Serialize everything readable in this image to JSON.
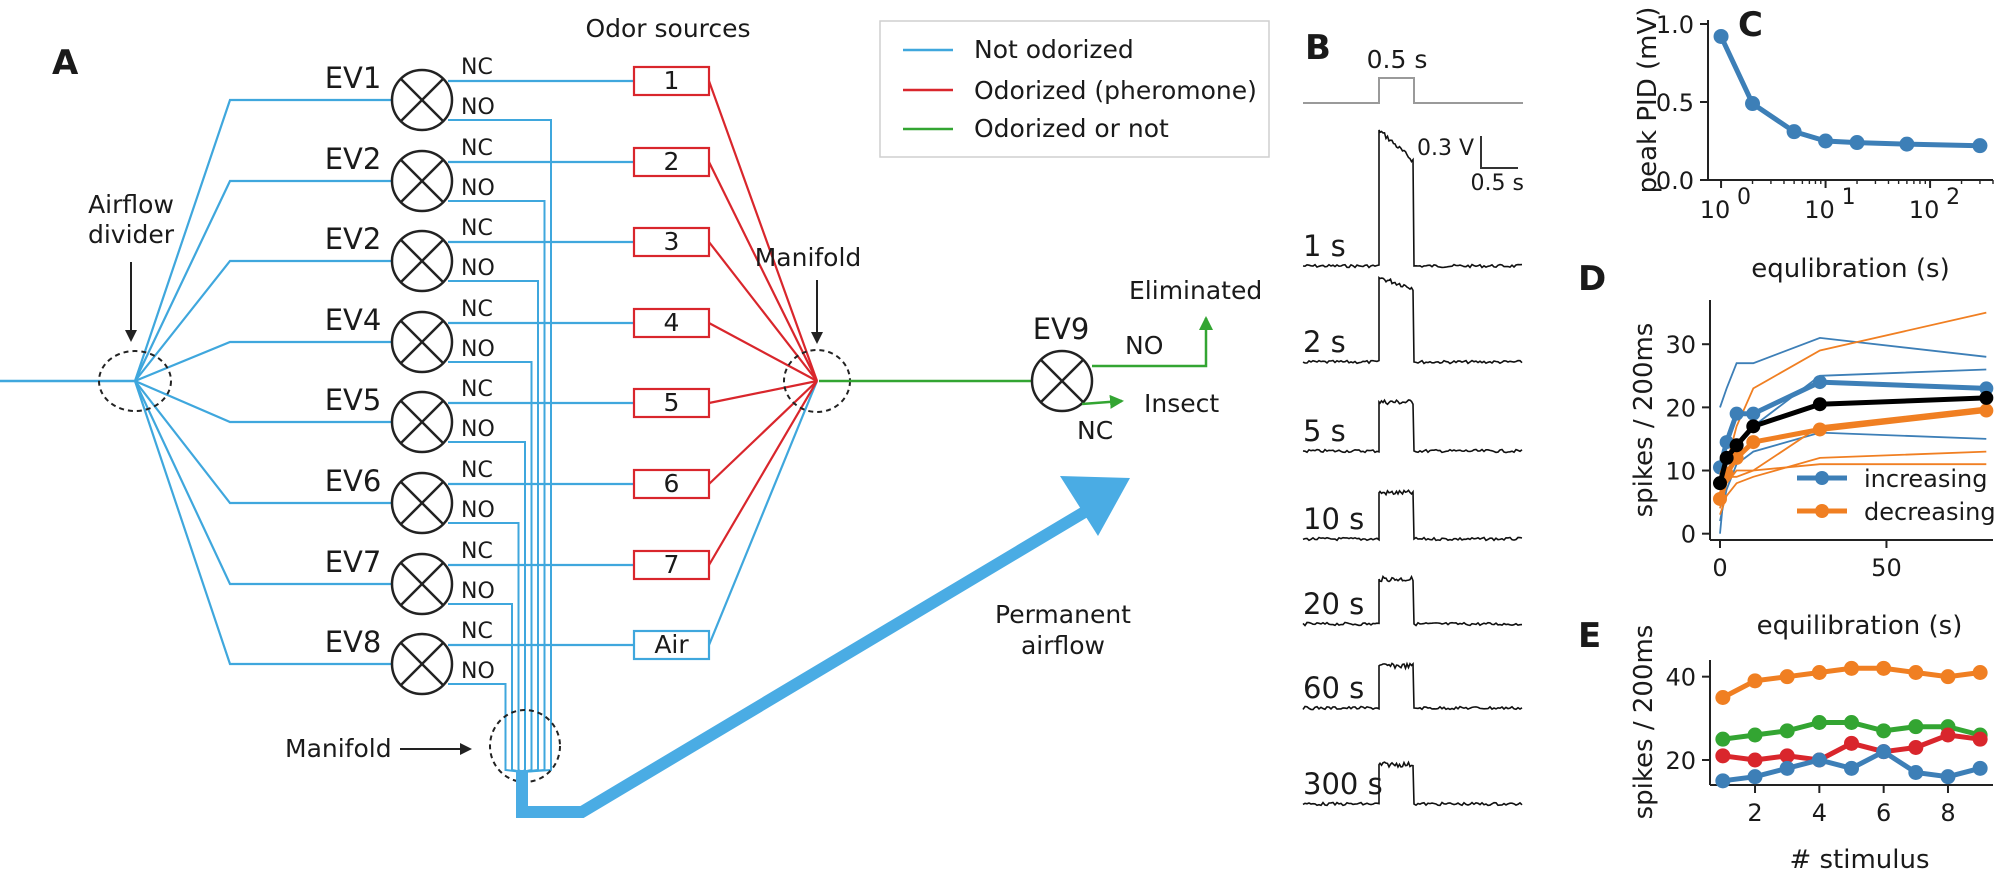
{
  "panels": {
    "a": "A",
    "b": "B",
    "c": "C",
    "d": "D",
    "e": "E"
  },
  "diagram": {
    "odor_sources_title": "Odor sources",
    "airflow_divider": [
      "Airflow",
      "divider"
    ],
    "manifold_label": "Manifold",
    "manifold_bottom_label": "Manifold",
    "nc": "NC",
    "no": "NO",
    "valves": [
      "EV1",
      "EV2",
      "EV2",
      "EV4",
      "EV5",
      "EV6",
      "EV7",
      "EV8"
    ],
    "sources": [
      "1",
      "2",
      "3",
      "4",
      "5",
      "6",
      "7",
      "Air"
    ],
    "ev9": "EV9",
    "eliminated": "Eliminated",
    "insect": "Insect",
    "permanent_airflow": [
      "Permanent",
      "airflow"
    ],
    "legend": [
      "Not odorized",
      "Odorized (pheromone)",
      "Odorized or not"
    ],
    "colors": {
      "blue": "#3fa7dd",
      "red": "#d9262c",
      "green": "#33a532",
      "thick_arrow": "#4aace4"
    }
  },
  "panel_b": {
    "stim_label": "0.5 s",
    "scalebar_v": "0.3 V",
    "scalebar_t": "0.5 s",
    "traces": [
      {
        "label": "1 s",
        "peak": 1.0
      },
      {
        "label": "2 s",
        "peak": 0.62
      },
      {
        "label": "5 s",
        "peak": 0.36
      },
      {
        "label": "10 s",
        "peak": 0.34
      },
      {
        "label": "20 s",
        "peak": 0.33
      },
      {
        "label": "60 s",
        "peak": 0.31
      },
      {
        "label": "300 s",
        "peak": 0.29
      }
    ]
  },
  "chart_data": [
    {
      "panel": "C",
      "type": "line",
      "xscale": "log",
      "x": [
        1,
        2,
        5,
        10,
        20,
        60,
        300
      ],
      "y": [
        0.92,
        0.49,
        0.31,
        0.25,
        0.24,
        0.23,
        0.22
      ],
      "xlim": [
        0.75,
        400
      ],
      "ylim": [
        0,
        1.0
      ],
      "yticks": [
        0.0,
        0.5,
        1.0
      ],
      "ytick_labels": [
        "0.0",
        "0.5",
        "1.0"
      ],
      "xtick_labels": [
        {
          "base": "10",
          "exp": "0"
        },
        {
          "base": "10",
          "exp": "1"
        },
        {
          "base": "10",
          "exp": "2"
        }
      ],
      "xticks": [
        1,
        10,
        100
      ],
      "xlabel": "equlibration (s)",
      "ylabel": "peak PID (mV)",
      "color": "#3d7fb7"
    },
    {
      "panel": "D",
      "type": "line",
      "x": [
        0,
        2,
        5,
        10,
        30,
        80
      ],
      "xlim": [
        -3,
        82
      ],
      "ylim": [
        -1,
        37
      ],
      "xticks": [
        0,
        50
      ],
      "xtick_labels": [
        "0",
        "50"
      ],
      "yticks": [
        0,
        10,
        20,
        30
      ],
      "ytick_labels": [
        "0",
        "10",
        "20",
        "30"
      ],
      "xlabel": "equilibration (s)",
      "ylabel": "spikes / 200ms",
      "legend_placement": "lower-right",
      "series": [
        {
          "name": "increasing",
          "color": "#3d7fb7",
          "values": [
            10.5,
            14.5,
            19,
            19,
            24,
            23
          ]
        },
        {
          "name": "decreasing",
          "color": "#f07f22",
          "values": [
            5.5,
            9.5,
            12,
            14.5,
            16.5,
            19.5
          ]
        },
        {
          "name": "",
          "color": "#000000",
          "values": [
            8,
            12,
            14,
            17,
            20.5,
            21.5
          ]
        }
      ],
      "thin_series": [
        {
          "color": "#3d7fb7",
          "values": [
            20,
            23,
            27,
            27,
            31,
            28
          ]
        },
        {
          "color": "#3d7fb7",
          "values": [
            0,
            11,
            14,
            17,
            25,
            26
          ]
        },
        {
          "color": "#3d7fb7",
          "values": [
            2,
            7,
            11,
            13,
            16,
            15
          ]
        },
        {
          "color": "#f07f22",
          "values": [
            7,
            11,
            17,
            23,
            29,
            35
          ]
        },
        {
          "color": "#f07f22",
          "values": [
            4,
            8,
            10,
            10,
            17,
            20
          ]
        },
        {
          "color": "#f07f22",
          "values": [
            3,
            6,
            8,
            9,
            12,
            13
          ]
        },
        {
          "color": "#f07f22",
          "values": [
            8,
            9,
            9,
            10,
            11,
            11
          ]
        }
      ]
    },
    {
      "panel": "E",
      "type": "line",
      "x": [
        1,
        2,
        3,
        4,
        5,
        6,
        7,
        8,
        9
      ],
      "xlim": [
        0.6,
        9.4
      ],
      "ylim": [
        14,
        44
      ],
      "xticks": [
        2,
        4,
        6,
        8
      ],
      "xtick_labels": [
        "2",
        "4",
        "6",
        "8"
      ],
      "yticks": [
        20,
        40
      ],
      "ytick_labels": [
        "20",
        "40"
      ],
      "xlabel": "# stimulus",
      "ylabel": "spikes / 200ms",
      "series": [
        {
          "color": "#f07f22",
          "values": [
            35,
            39,
            40,
            41,
            42,
            42,
            41,
            40,
            41
          ]
        },
        {
          "color": "#33a532",
          "values": [
            25,
            26,
            27,
            29,
            29,
            27,
            28,
            28,
            26
          ]
        },
        {
          "color": "#d9262c",
          "values": [
            21,
            20,
            21,
            20,
            24,
            22,
            23,
            26,
            25
          ]
        },
        {
          "color": "#3d7fb7",
          "values": [
            15,
            16,
            18,
            20,
            18,
            22,
            17,
            16,
            18
          ]
        }
      ]
    }
  ]
}
